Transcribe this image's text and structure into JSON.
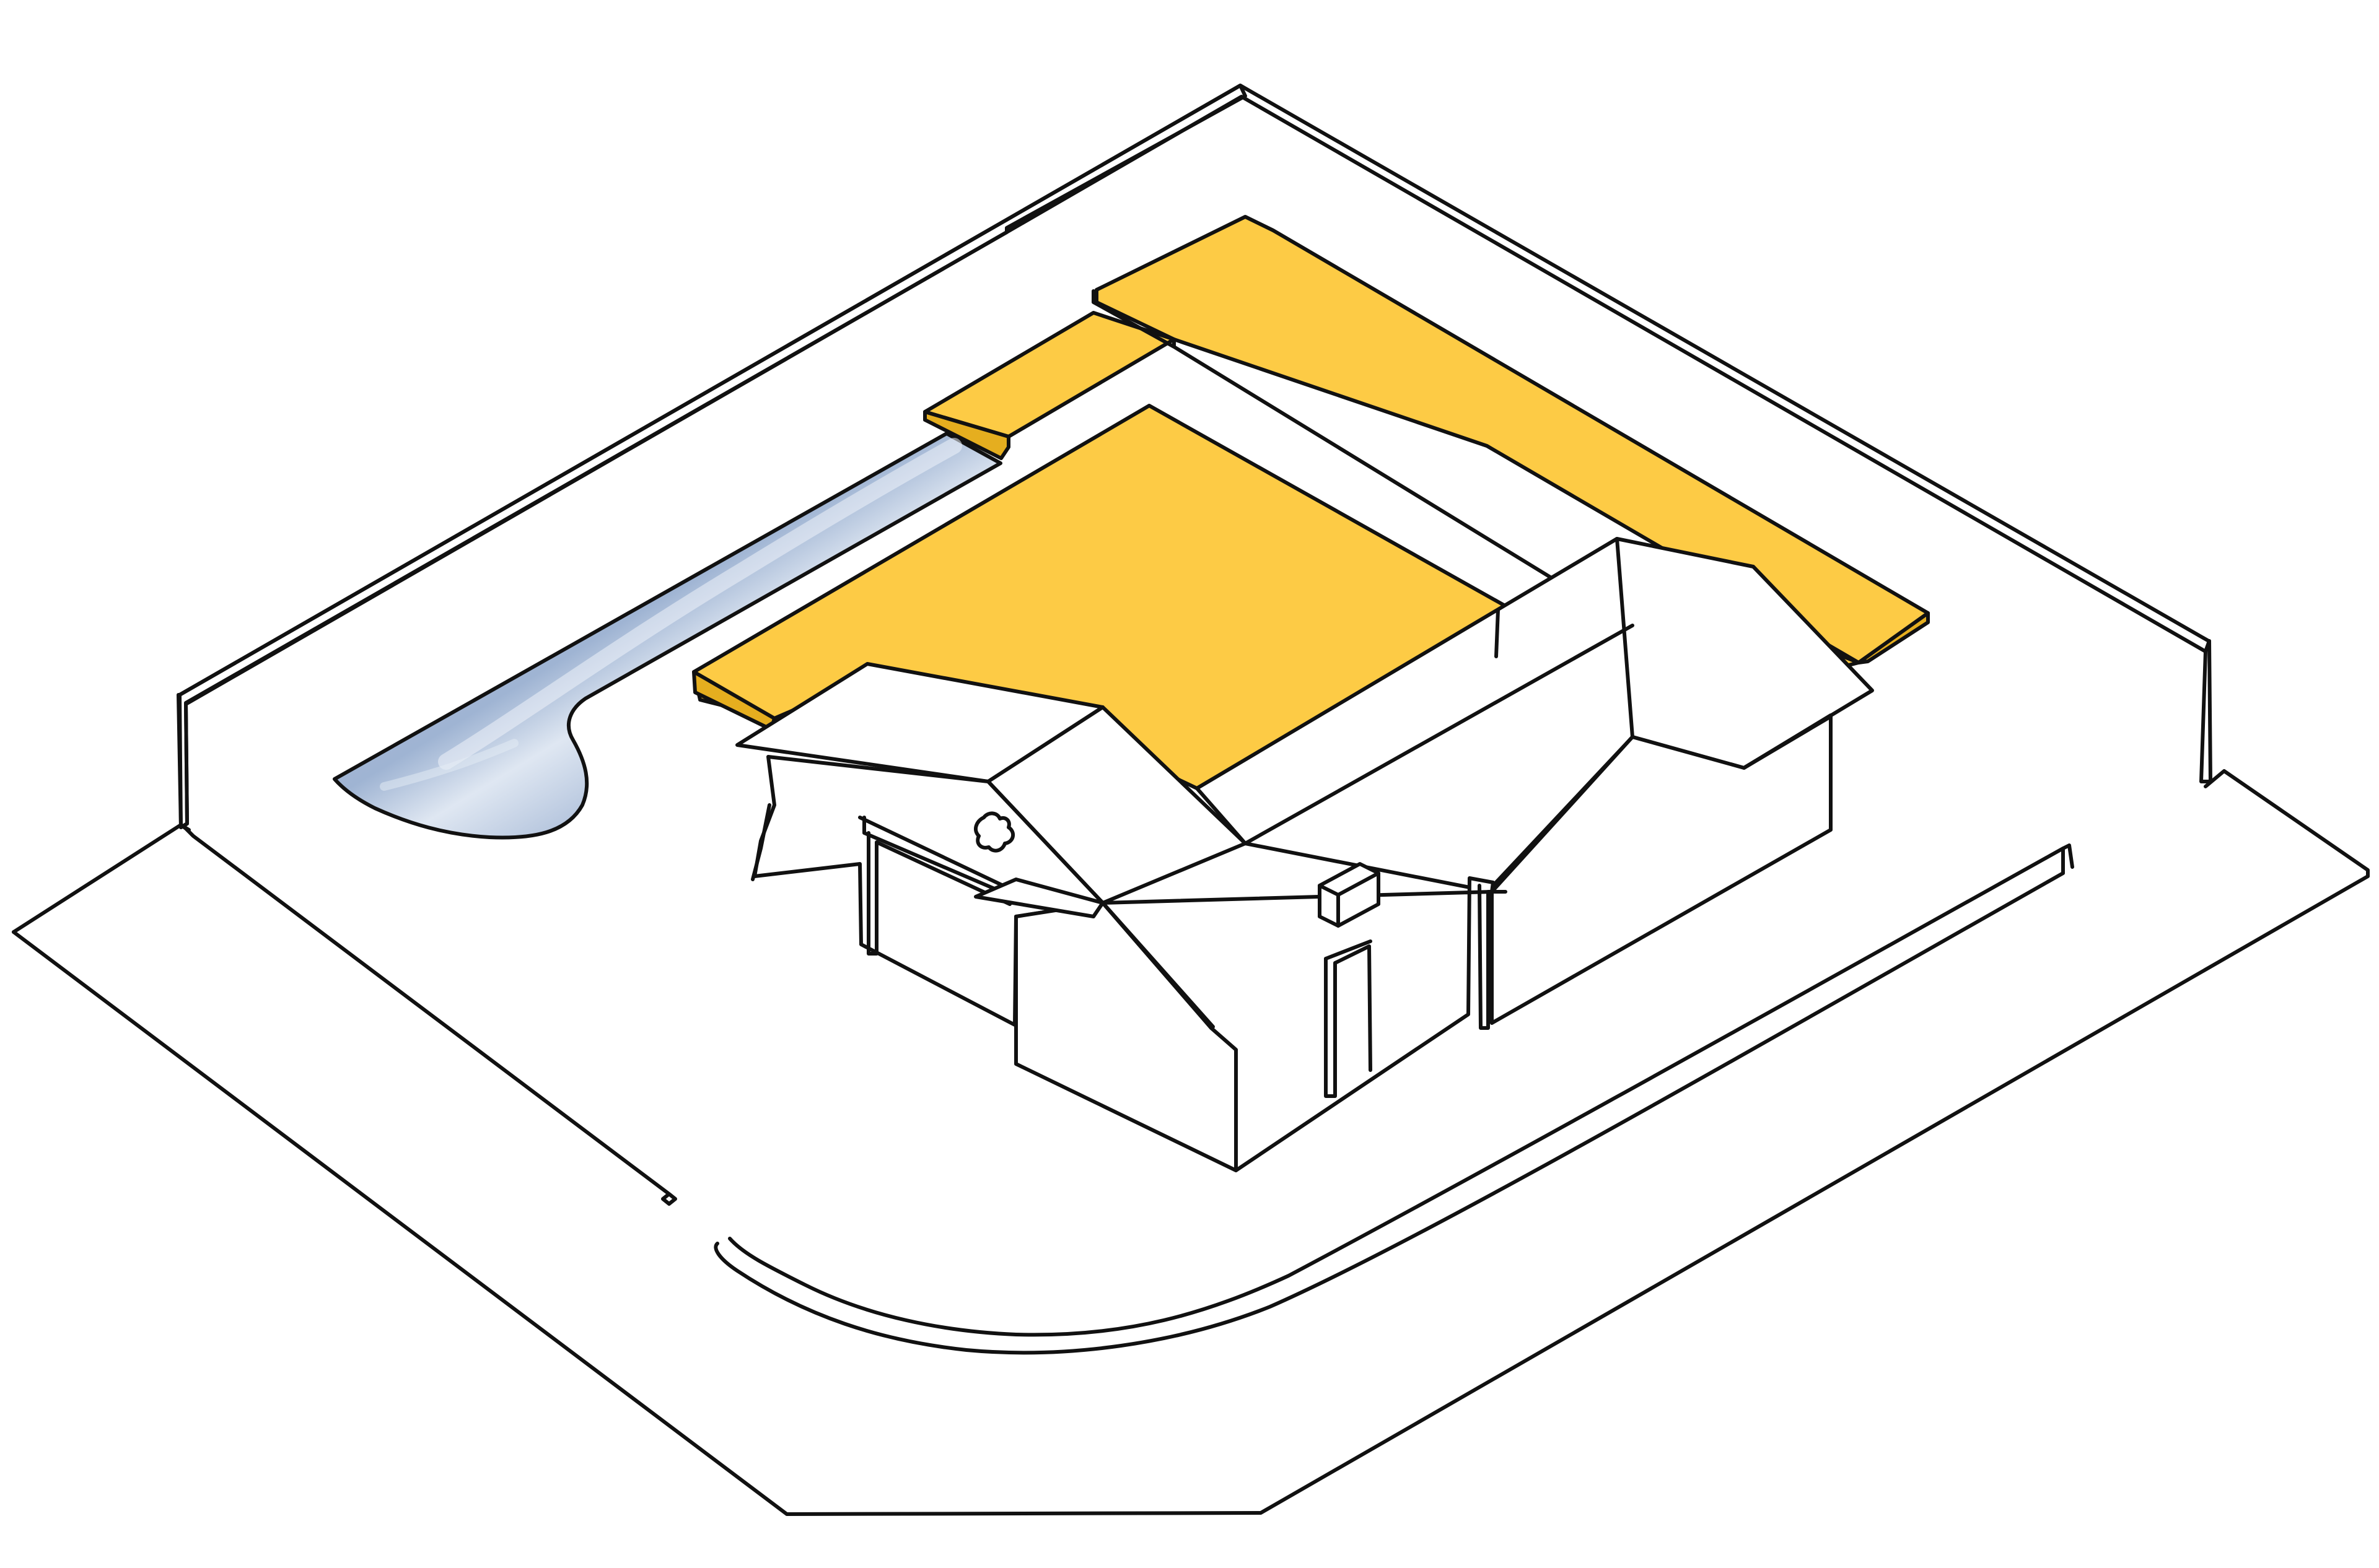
{
  "colors": {
    "background": "#ffffff",
    "ink": "#111111",
    "house": "#ffffff",
    "addition_fill": "#fdcb45",
    "addition_edge": "#e5ae1f",
    "pool_fill": "#a9bcd8",
    "pool_highlight": "#e6edf6"
  },
  "elements": [
    "lot-boundary",
    "perimeter-wall-left",
    "perimeter-wall-right",
    "sidewalk-curb",
    "driveway-curb",
    "swimming-pool",
    "yellow-addition-main",
    "yellow-addition-back-strip",
    "existing-house",
    "garage-door",
    "front-door",
    "wall-lamp-icon",
    "house-number-icon"
  ]
}
